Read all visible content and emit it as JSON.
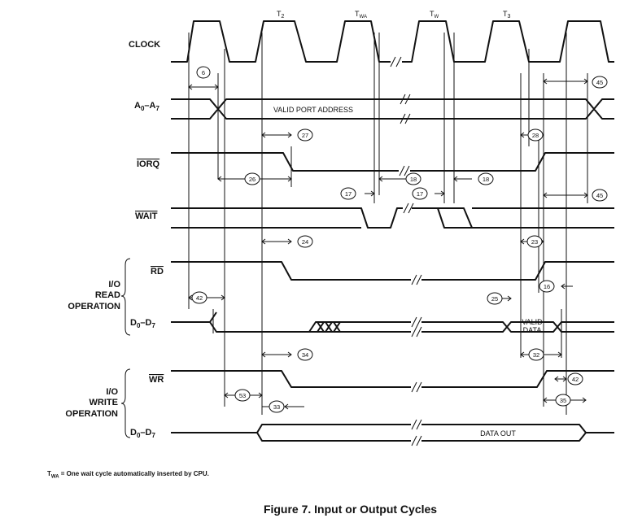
{
  "signals": {
    "clock": "CLOCK",
    "address": "A",
    "address_sub": "0",
    "address_dash": "–A",
    "address_sub2": "7",
    "iorq": "IORQ",
    "wait": "WAIT",
    "rd": "RD",
    "wr": "WR",
    "data_read": "D",
    "data_read_sub": "0",
    "data_read_dash": "–D",
    "data_read_sub2": "7",
    "data_write": "D",
    "data_write_sub": "0",
    "data_write_dash": "–D",
    "data_write_sub2": "7"
  },
  "groups": {
    "read_l1": "I/O",
    "read_l2": "READ",
    "read_l3": "OPERATION",
    "write_l1": "I/O",
    "write_l2": "WRITE",
    "write_l3": "OPERATION"
  },
  "states": {
    "t2": "T",
    "t2_sub": "2",
    "twa": "T",
    "twa_sub": "WA",
    "tw": "T",
    "tw_sub": "W",
    "t3": "T",
    "t3_sub": "3"
  },
  "bus_labels": {
    "valid_port_address": "VALID PORT ADDRESS",
    "valid_data_1": "VALID",
    "valid_data_2": "DATA",
    "data_out": "DATA OUT"
  },
  "callouts": {
    "c6": "6",
    "c45a": "45",
    "c27": "27",
    "c28": "28",
    "c26": "26",
    "c18a": "18",
    "c18b": "18",
    "c17a": "17",
    "c17b": "17",
    "c45b": "45",
    "c24": "24",
    "c23": "23",
    "c16": "16",
    "c42a": "42",
    "c25": "25",
    "c34": "34",
    "c32": "32",
    "c42b": "42",
    "c53": "53",
    "c35": "35",
    "c33": "33"
  },
  "footnote": {
    "term": "T",
    "term_sub": "WA",
    "text": " = One wait cycle automatically inserted by CPU."
  },
  "caption": "Figure 7. Input or Output Cycles"
}
